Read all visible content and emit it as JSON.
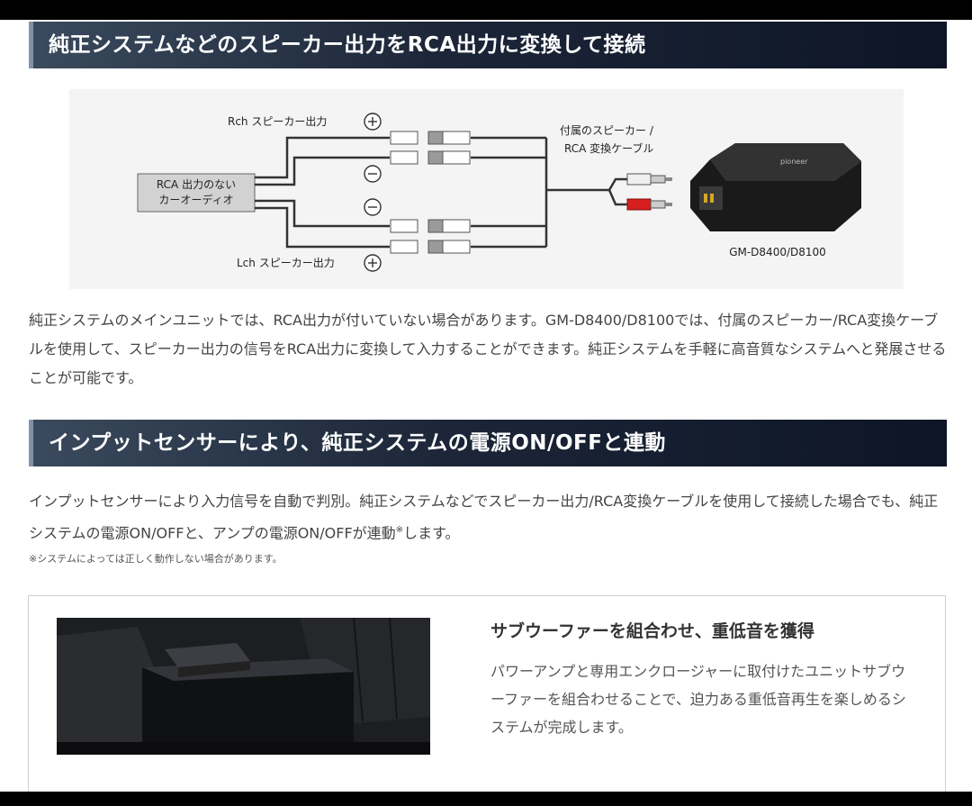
{
  "section1": {
    "title": "純正システムなどのスピーカー出力をRCA出力に変換して接続"
  },
  "diagram": {
    "rch_label": "Rch スピーカー出力",
    "lch_label": "Lch スピーカー出力",
    "source_line1": "RCA 出力のない",
    "source_line2": "カーオーディオ",
    "cable_line1": "付属のスピーカー /",
    "cable_line2": "RCA 変換ケーブル",
    "amp_model": "GM-D8400/D8100"
  },
  "paragraph1": "純正システムのメインユニットでは、RCA出力が付いていない場合があります。GM-D8400/D8100では、付属のスピーカー/RCA変換ケーブルを使用して、スピーカー出力の信号をRCA出力に変換して入力することができます。純正システムを手軽に高音質なシステムへと発展させることが可能です。",
  "section2": {
    "title": "インプットセンサーにより、純正システムの電源ON/OFFと連動"
  },
  "paragraph2": "インプットセンサーにより入力信号を自動で判別。純正システムなどでスピーカー出力/RCA変換ケーブルを使用して接続した場合でも、純正システムの電源ON/OFFと、アンプの電源ON/OFFが連動",
  "paragraph2_mark": "※",
  "paragraph2_end": "します。",
  "note": "※システムによっては正しく動作しない場合があります。",
  "card": {
    "title": "サブウーファーを組合わせ、重低音を獲得",
    "text": "パワーアンプと専用エンクロージャーに取付けたユニットサブウーファーを組合わせることで、迫力ある重低音再生を楽しめるシステムが完成します。"
  },
  "colors": {
    "header_dark": "#0d1526",
    "header_light": "#3b4a5e",
    "rca_red": "#d61f1f"
  }
}
